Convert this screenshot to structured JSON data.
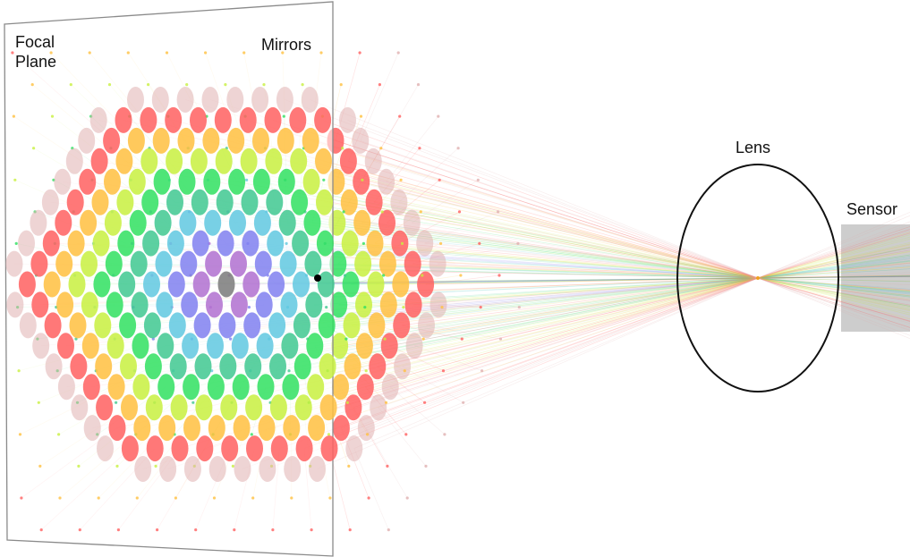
{
  "labels": {
    "focal_plane_line1": "Focal",
    "focal_plane_line2": "Plane",
    "mirrors": "Mirrors",
    "lens": "Lens",
    "sensor": "Sensor"
  },
  "colors": {
    "plane_border": "#8a8a8a",
    "sensor_fill": "#c8c8c8",
    "lens_stroke": "#111111",
    "focus_point": "#f0a020",
    "ring_palette": [
      "#7a7a7a",
      "#b070d0",
      "#8080f0",
      "#60c8e0",
      "#40c890",
      "#30e060",
      "#c8f040",
      "#ffc040",
      "#ff6060",
      "#e0b0b0"
    ]
  },
  "mirror_array": {
    "layout": "hexagonal",
    "rings": 9,
    "color_by": "distance from center (gray center -> purple -> blue -> cyan -> green -> yellow -> orange -> red -> pale at rim)"
  }
}
